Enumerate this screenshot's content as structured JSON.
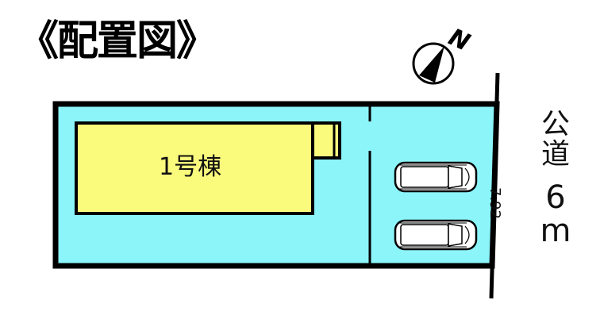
{
  "title": "《配置図》",
  "compass": {
    "icon": "north-arrow-icon",
    "label": "N"
  },
  "lot": {
    "fill_color": "#8cf5fa",
    "outline_color": "#000000"
  },
  "building": {
    "label": "1号棟",
    "fill_color": "#fafa7d"
  },
  "parking": {
    "car_count": 2,
    "car_icon": "car-top-view-icon"
  },
  "frontage": {
    "value": "7.92"
  },
  "road": {
    "label_line1": "公",
    "label_line2": "道",
    "width_value": "6",
    "width_unit": "m"
  }
}
